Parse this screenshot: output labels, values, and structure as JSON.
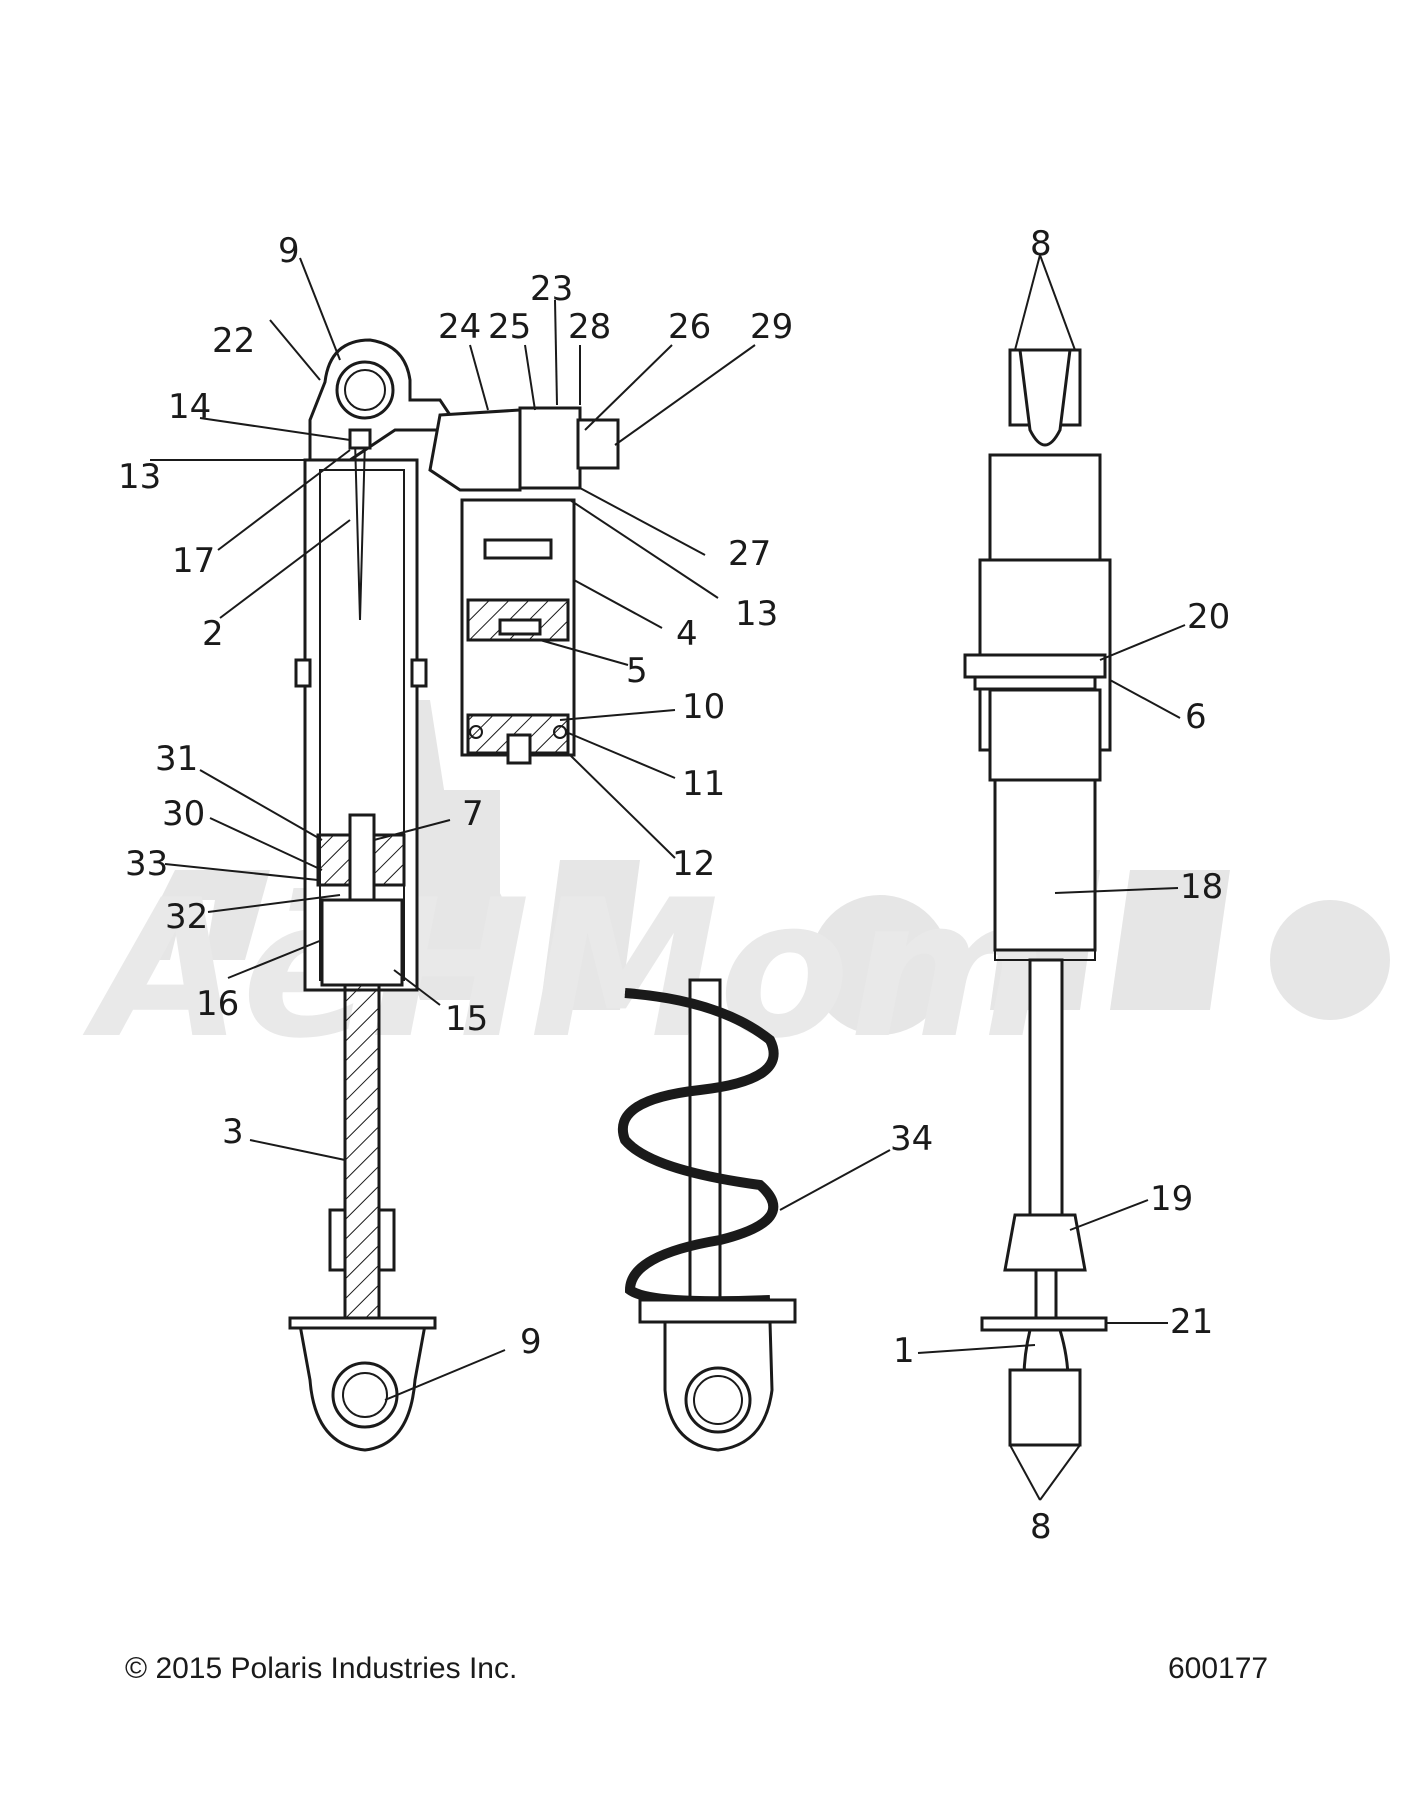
{
  "footer": {
    "copyright": "© 2015 Polaris Industries Inc.",
    "drawing_number": "600177"
  },
  "watermark": {
    "text": "АёНМоm"
  },
  "callouts": [
    "9",
    "22",
    "14",
    "13",
    "17",
    "2",
    "24",
    "25",
    "23",
    "28",
    "26",
    "29",
    "27",
    "13",
    "4",
    "5",
    "10",
    "11",
    "12",
    "31",
    "30",
    "7",
    "33",
    "32",
    "16",
    "15",
    "3",
    "9",
    "34",
    "8",
    "20",
    "6",
    "18",
    "19",
    "21",
    "1",
    "8"
  ]
}
